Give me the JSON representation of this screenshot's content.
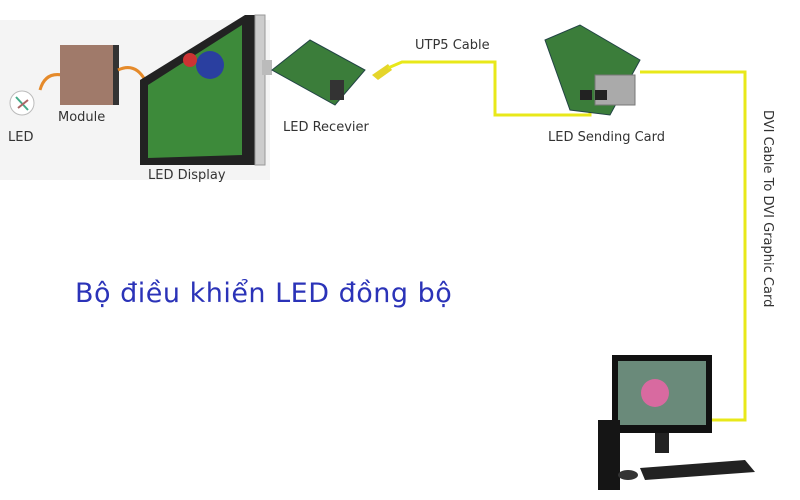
{
  "labels": {
    "led": "LED",
    "module": "Module",
    "led_display": "LED Display",
    "led_receiver": "LED Recevier",
    "utp_cable": "UTP5 Cable",
    "sending_card": "LED Sending Card",
    "dvi_cable": "DVI Cable To DVI Graphic Card"
  },
  "title": "Bộ điều khiển LED đồng bộ",
  "colors": {
    "cable": "#e8e81a",
    "title": "#2b33b8"
  }
}
